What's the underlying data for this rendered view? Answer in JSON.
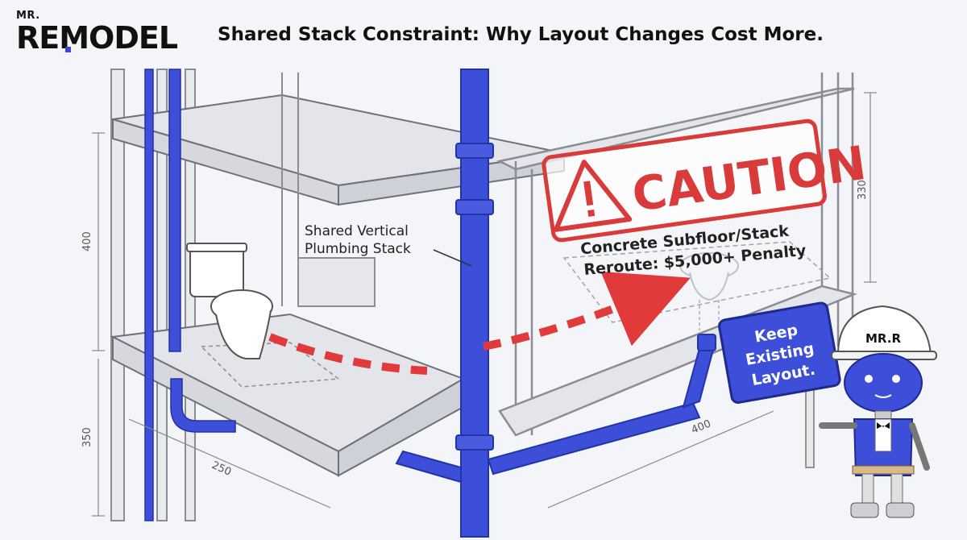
{
  "brand": {
    "small": "MR.",
    "big": "REMODEL"
  },
  "title": "Shared Stack Constraint: Why Layout Changes Cost More.",
  "labels": {
    "stack_line1": "Shared Vertical",
    "stack_line2": "Plumbing Stack",
    "caution": "CAUTION",
    "penalty_line1": "Concrete Subfloor/Stack",
    "penalty_line2": "Reroute: $5,000+ Penalty",
    "sign_line1": "Keep",
    "sign_line2": "Existing",
    "sign_line3": "Layout.",
    "helmet": "MR.R"
  },
  "dimensions": {
    "left_upper": "400",
    "left_lower": "350",
    "floor_depth": "250",
    "right_width": "400",
    "right_height": "330"
  },
  "colors": {
    "pipe": "#3d4fd8",
    "pipe_dark": "#2333a8",
    "arrow": "#e03a3a",
    "caution": "#d93b3b",
    "frame": "#8a8d96"
  },
  "icons": [
    "warning-triangle-icon",
    "toilet-icon",
    "robot-mascot-icon"
  ]
}
